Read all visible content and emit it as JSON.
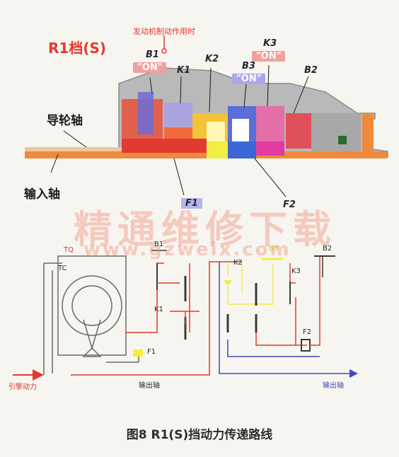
{
  "top": {
    "gear_title": "R1档(S)",
    "engine_brake": "发动机制动作用时",
    "labels": {
      "b1": "B1",
      "k1": "K1",
      "k2": "K2",
      "b3": "B3",
      "k3": "K3",
      "b2": "B2",
      "f1": "F1",
      "f2": "F2"
    },
    "on": {
      "b1": "\"ON\"",
      "b3": "\"ON\"",
      "k3": "\"ON\""
    },
    "guide_shaft": "导轮轴",
    "input_shaft": "输入轴"
  },
  "watermark": {
    "cn": "精通维修下载",
    "url": "www.gzweix.com"
  },
  "schematic": {
    "tq": "TQ",
    "tc": "TC",
    "b1": "B1",
    "k1": "K1",
    "f1": "F1",
    "k2": "K2",
    "b3": "B3",
    "b2": "B2",
    "k3": "K3",
    "f2": "F2",
    "input_power": "引擎动力",
    "output_shaft_1": "输出轴",
    "output_shaft_2": "输出轴"
  },
  "caption": "图8  R1(S)挡动力传递路线",
  "colors": {
    "red": "#e23a30",
    "blue": "#3b4bb8",
    "yellow": "#f2ee44",
    "gray": "#6a6a6a"
  }
}
